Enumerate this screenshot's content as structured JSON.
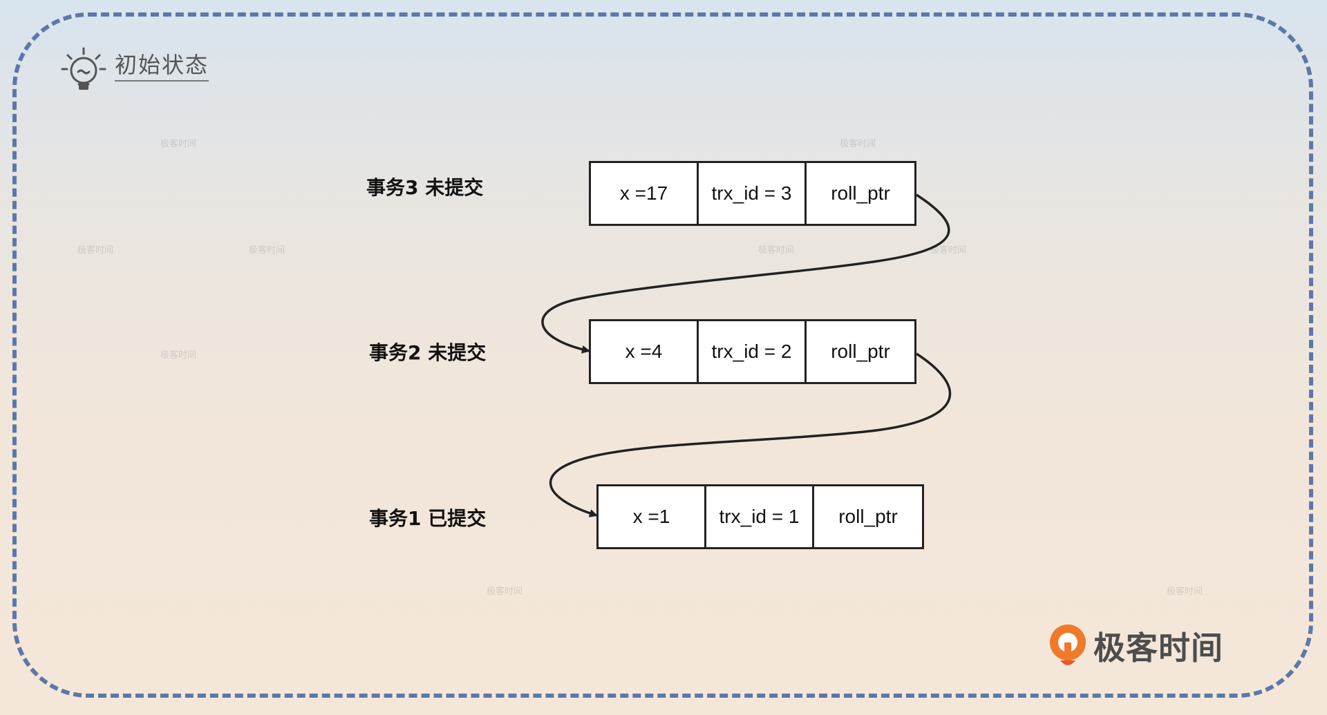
{
  "title": "初始状态",
  "colors": {
    "frame_dash": "#5b78a8",
    "arrow": "#222222",
    "logo_orange": "#f07a28"
  },
  "icons": {
    "title_icon": "lightbulb-icon",
    "logo_icon": "geektime-logo-icon"
  },
  "transactions": [
    {
      "label": "事务3 未提交",
      "cells": [
        "x =17",
        "trx_id = 3",
        "roll_ptr"
      ]
    },
    {
      "label": "事务2 未提交",
      "cells": [
        "x =4",
        "trx_id = 2",
        "roll_ptr"
      ]
    },
    {
      "label": "事务1 已提交",
      "cells": [
        "x =1",
        "trx_id = 1",
        "roll_ptr"
      ]
    }
  ],
  "logo": {
    "text": "极客时间"
  },
  "watermark": "极客时间"
}
